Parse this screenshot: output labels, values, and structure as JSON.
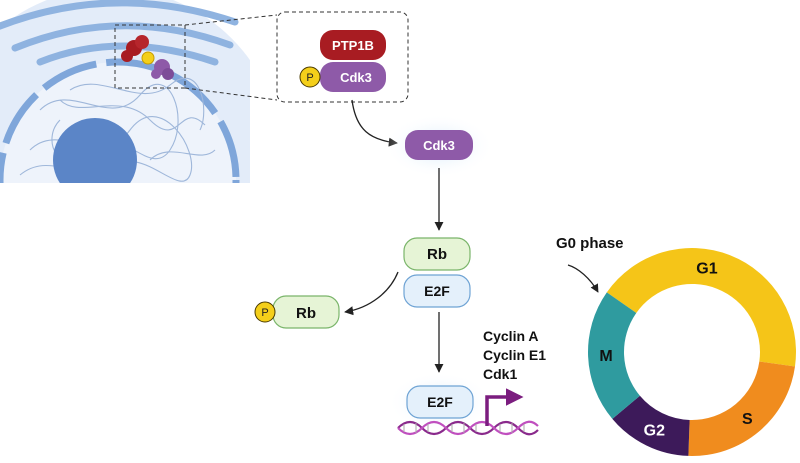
{
  "inset": {
    "ptp1b": "PTP1B",
    "cdk3": "Cdk3",
    "phospho": "P"
  },
  "cytoplasm": {
    "cdk3": "Cdk3"
  },
  "rb_complex": {
    "rb": "Rb",
    "e2f": "E2F"
  },
  "phospho_rb": {
    "phospho": "P",
    "rb": "Rb"
  },
  "nucleus": {
    "e2f": "E2F"
  },
  "target_genes": [
    "Cyclin A",
    "Cyclin E1",
    "Cdk1"
  ],
  "cell_cycle": {
    "entry_label": "G0 phase",
    "phases": [
      {
        "name": "G1",
        "color": "#f5c518"
      },
      {
        "name": "S",
        "color": "#f08c1e"
      },
      {
        "name": "G2",
        "color": "#3d1a5a"
      },
      {
        "name": "M",
        "color": "#2f9b9f"
      }
    ]
  },
  "colors": {
    "ptp1b": "#a81c22",
    "cdk3": "#8e5aa8",
    "phospho": "#f4cf1a",
    "rb_fill": "#e6f4d6",
    "e2f_fill": "#e4f0fb",
    "promoter_arrow": "#7b1d7f",
    "dna": "#8a2a8c",
    "cell_membrane": "#8fb3e0"
  }
}
